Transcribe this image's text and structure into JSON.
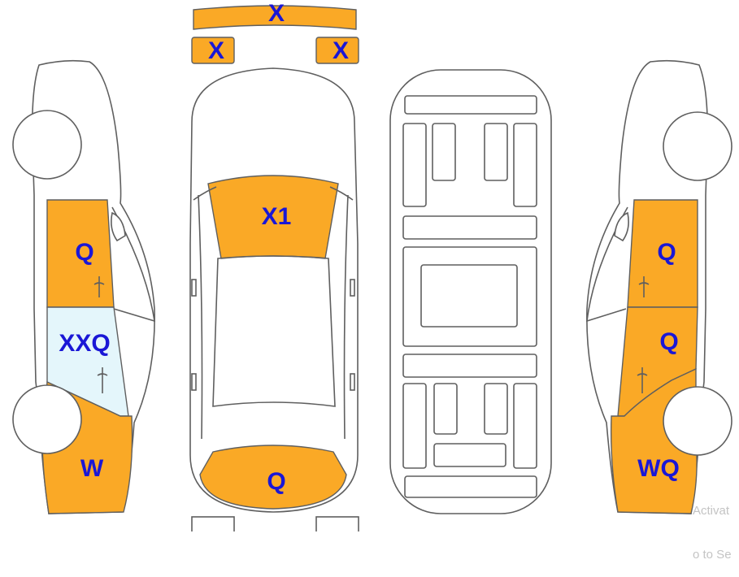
{
  "colors": {
    "damaged": "#faa926",
    "glass_damaged": "#e4f6fb",
    "label": "#1a17d6",
    "outline": "#5f5f5f"
  },
  "labels": {
    "rear_bumper_top": "X",
    "rear_piece_left": "X",
    "rear_piece_right": "X",
    "hood": "X1",
    "front_bumper": "Q",
    "left_front_door": "Q",
    "left_rear_door": "XXQ",
    "left_rear_quarter": "W",
    "right_front_door": "Q",
    "right_rear_door": "Q",
    "right_rear_quarter": "WQ"
  },
  "watermark": {
    "line1": "Activat",
    "line2": "o to Se"
  }
}
